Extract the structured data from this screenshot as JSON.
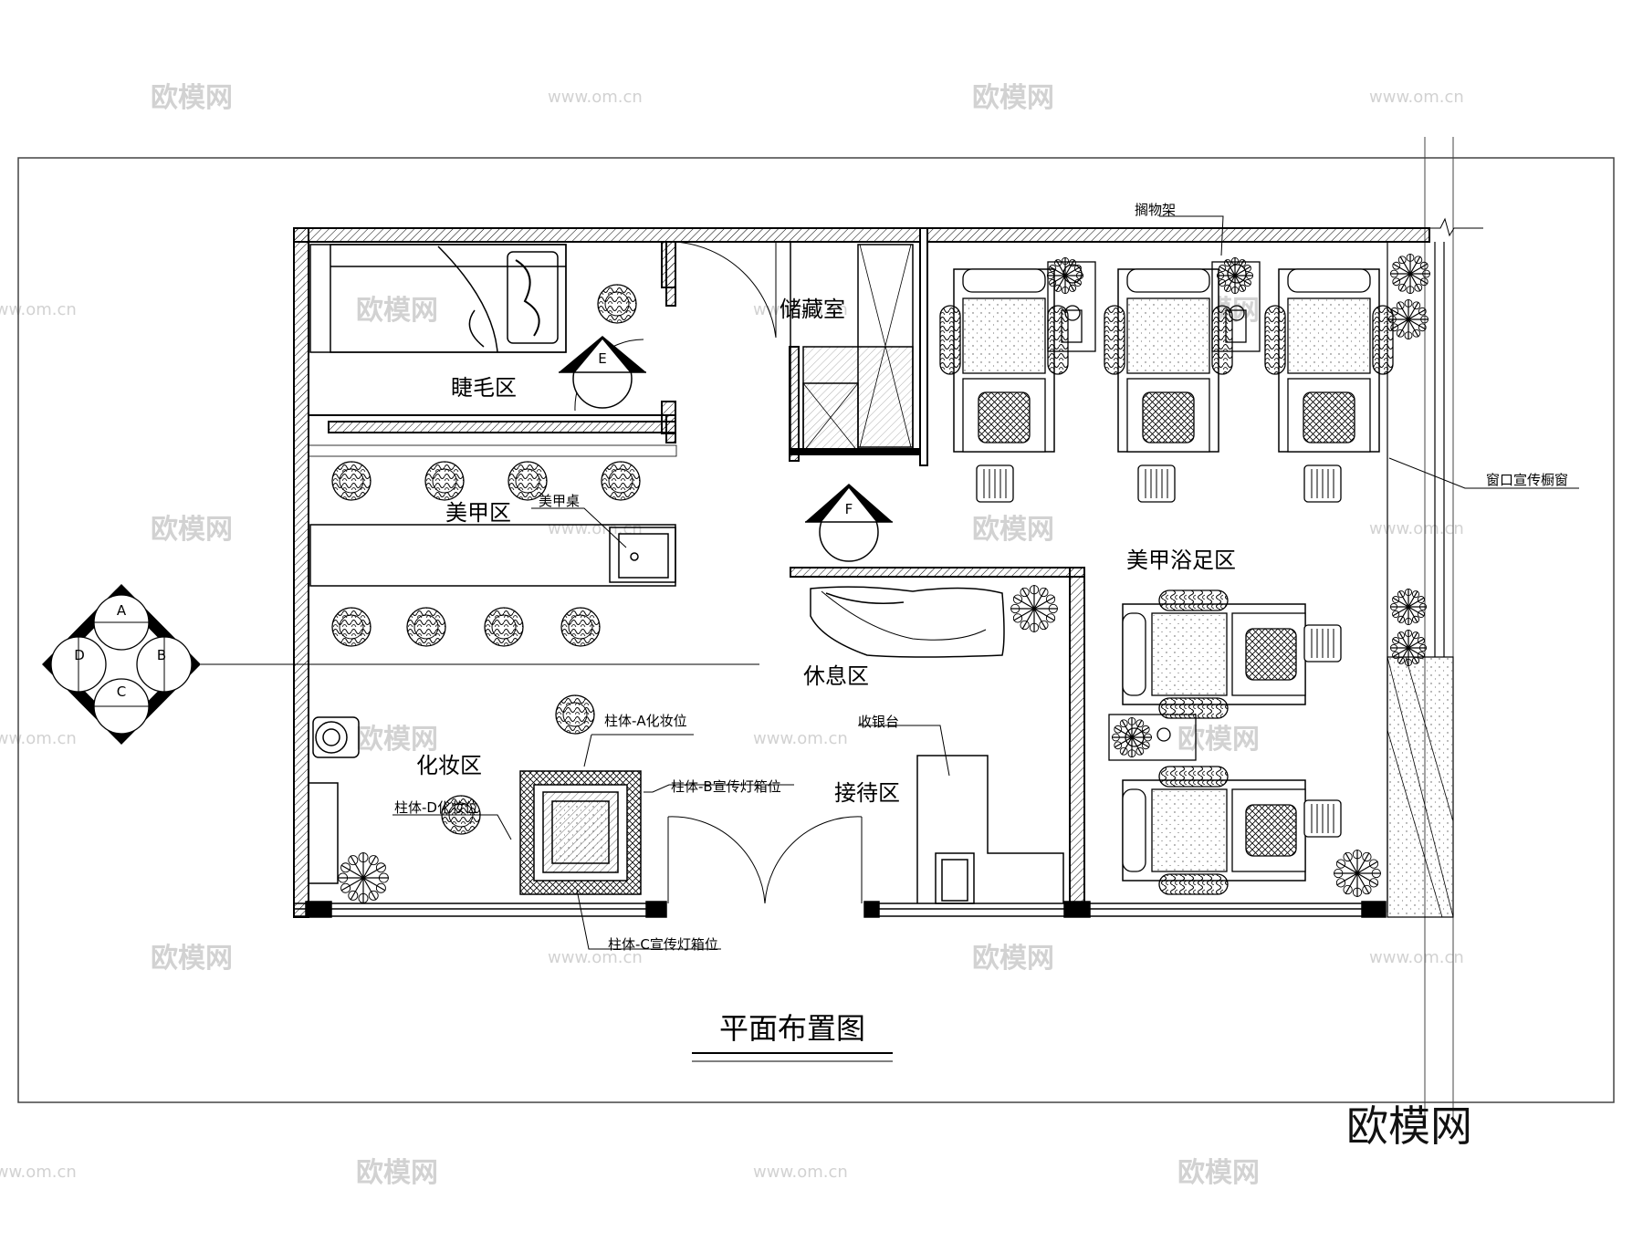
{
  "rooms": {
    "eyelash": "睫毛区",
    "storage": "储藏室",
    "nails": "美甲区",
    "nail_foot": "美甲浴足区",
    "lounge": "休息区",
    "makeup": "化妆区",
    "reception": "接待区"
  },
  "annotations": {
    "shelf": "搁物架",
    "window_display": "窗口宣传橱窗",
    "nail_table": "美甲桌",
    "cashier": "收银台",
    "pillar_a": "柱体-A化妆位",
    "pillar_b": "柱体-B宣传灯箱位",
    "pillar_c": "柱体-C宣传灯箱位",
    "pillar_d": "柱体-D化妆位"
  },
  "elevation_markers": {
    "e": "E",
    "f": "F",
    "compass": [
      "A",
      "B",
      "C",
      "D"
    ]
  },
  "title": "平面布置图",
  "brand": "欧模网",
  "watermark": {
    "logo": "欧模网",
    "url": "www.om.cn",
    "url_short": "om.cn"
  },
  "colors": {
    "line": "#000000",
    "watermark": "#d2d2d2",
    "background": "#ffffff"
  }
}
